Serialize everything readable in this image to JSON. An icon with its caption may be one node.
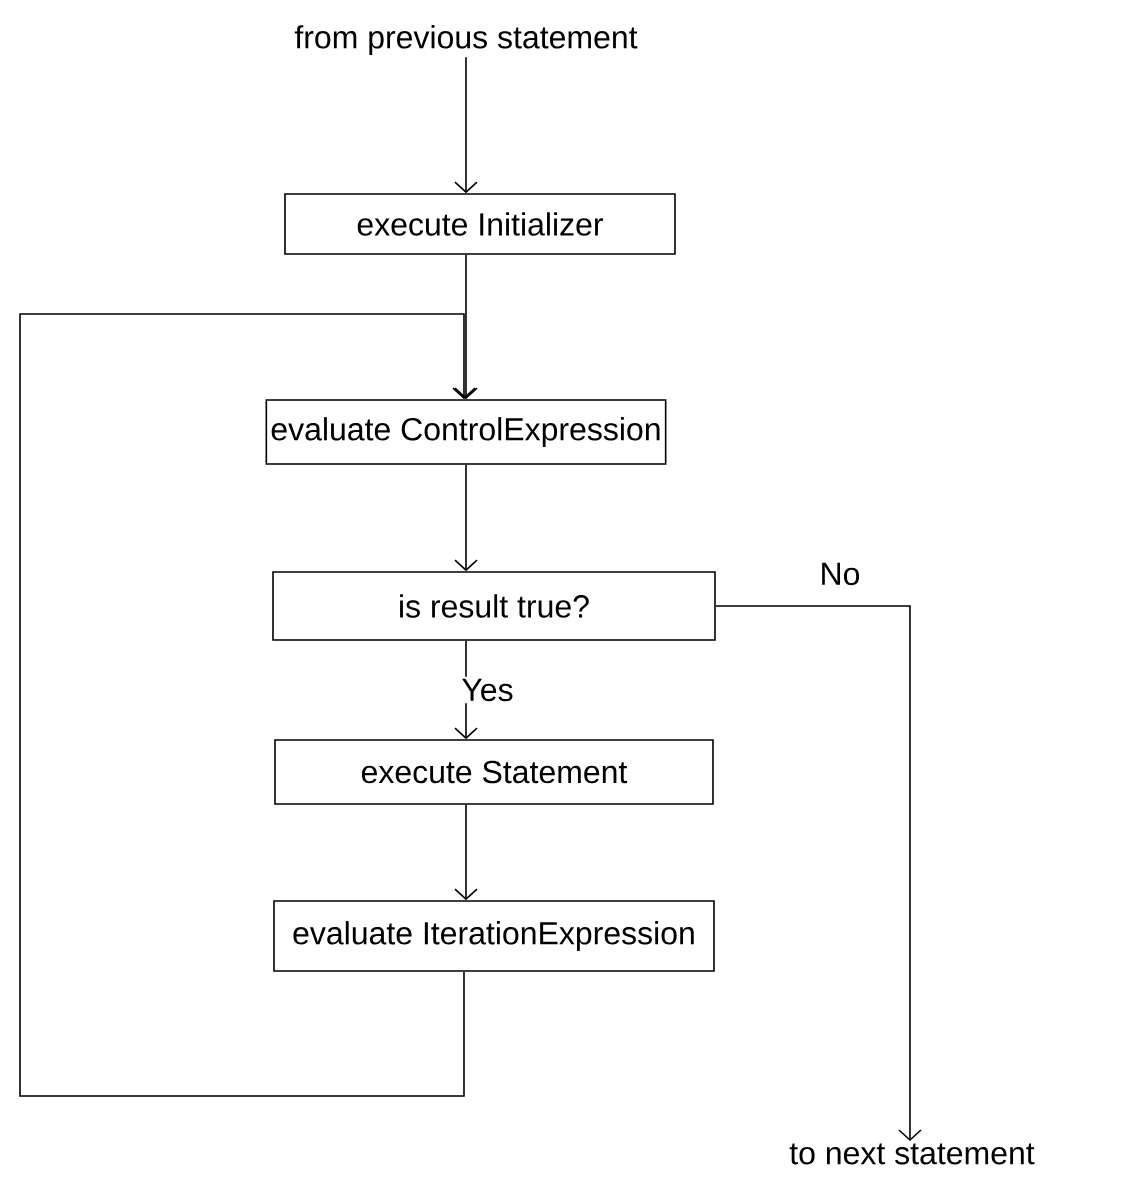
{
  "diagram": {
    "nodes": [
      {
        "text": [
          "from previous statement"
        ]
      },
      {
        "text": [
          "execute Initializer"
        ]
      },
      {
        "text": [
          "evaluate ControlExpression"
        ]
      },
      {
        "text": [
          "is result true?"
        ]
      },
      {
        "text": [
          "execute Statement"
        ]
      },
      {
        "text": [
          "evaluate IterationExpression"
        ]
      },
      {
        "text": [
          "to next statement"
        ]
      }
    ],
    "edges": [
      {
        "from": 0,
        "to": 1,
        "arrow": "to"
      },
      {
        "from": 1,
        "to": 2,
        "arrow": "to"
      },
      {
        "from": 2,
        "to": 3,
        "arrow": "to"
      },
      {
        "from": 3,
        "to": 4,
        "arrow": "to",
        "label": "Yes"
      },
      {
        "from": 4,
        "to": 5,
        "arrow": "to"
      },
      {
        "from": 5,
        "to": 2,
        "arrow": "to"
      },
      {
        "from": 3,
        "to": 6,
        "arrow": "to",
        "label": "No"
      }
    ]
  }
}
